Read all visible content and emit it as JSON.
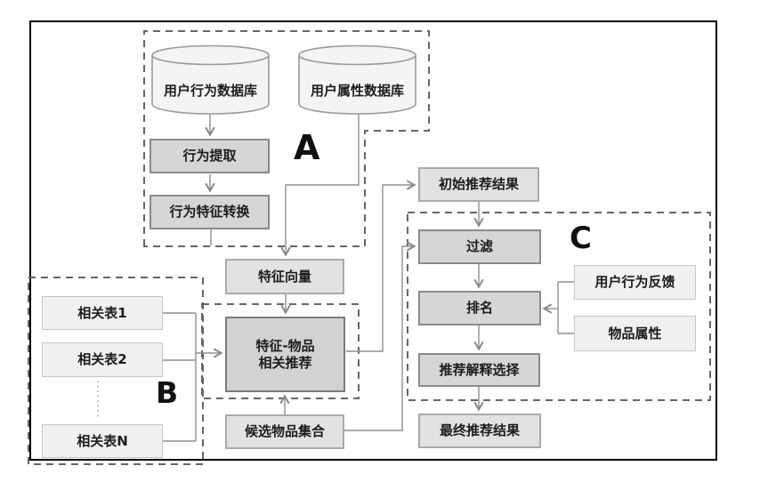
{
  "diagram": {
    "title_hint": "recommendation-pipeline-flowchart",
    "section_labels": {
      "a": "A",
      "b": "B",
      "c": "C"
    },
    "nodes": {
      "user_behavior_db": {
        "label": "用户行为数据库",
        "shape": "cylinder"
      },
      "user_attr_db": {
        "label": "用户属性数据库",
        "shape": "cylinder"
      },
      "behavior_extract": {
        "label": "行为提取"
      },
      "behavior_feature_convert": {
        "label": "行为特征转换"
      },
      "feature_vector": {
        "label": "特征向量"
      },
      "feature_item_rec": {
        "label": "特征-物品\n相关推荐"
      },
      "candidate_items": {
        "label": "候选物品集合"
      },
      "related_table_1": {
        "label": "相关表1"
      },
      "related_table_2": {
        "label": "相关表2"
      },
      "related_table_n": {
        "label": "相关表N"
      },
      "initial_results": {
        "label": "初始推荐结果"
      },
      "filter": {
        "label": "过滤"
      },
      "ranking": {
        "label": "排名"
      },
      "explanation_select": {
        "label": "推荐解释选择"
      },
      "final_results": {
        "label": "最终推荐结果"
      },
      "user_feedback": {
        "label": "用户行为反馈"
      },
      "item_attrs": {
        "label": "物品属性"
      }
    },
    "colors": {
      "process_box_fill": "#d6d6d6",
      "process_box_border": "#8a8a8a",
      "result_box_fill": "#e2e2e2",
      "input_box_fill": "#f0f0f0",
      "cylinder_fill": "#f4f4f4",
      "connector": "#8f8f8f",
      "dashed_border": "#666666",
      "frame_border": "#000000"
    }
  }
}
